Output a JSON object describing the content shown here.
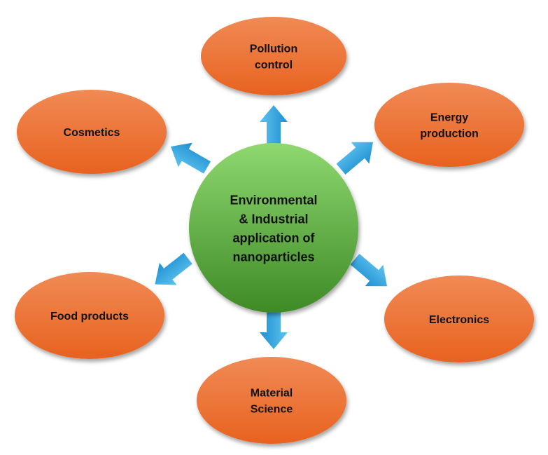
{
  "center": {
    "lines": [
      "Environmental",
      "& Industrial",
      "application of",
      "nanoparticles"
    ]
  },
  "nodes": [
    {
      "id": "pollution-control",
      "lines": [
        "Pollution",
        "control"
      ]
    },
    {
      "id": "energy-production",
      "lines": [
        "Energy",
        "production"
      ]
    },
    {
      "id": "electronics",
      "lines": [
        "Electronics"
      ]
    },
    {
      "id": "material-science",
      "lines": [
        "Material",
        "Science"
      ]
    },
    {
      "id": "food-products",
      "lines": [
        "Food products"
      ]
    },
    {
      "id": "cosmetics",
      "lines": [
        "Cosmetics"
      ]
    }
  ],
  "colors": {
    "node_fill_top": "#f08a55",
    "node_fill_bottom": "#e8621f",
    "center_fill_top": "#8fd870",
    "center_fill_bottom": "#3e8a26",
    "arrow_fill_top": "#5fc3f0",
    "arrow_fill_bottom": "#1d8fd0"
  }
}
